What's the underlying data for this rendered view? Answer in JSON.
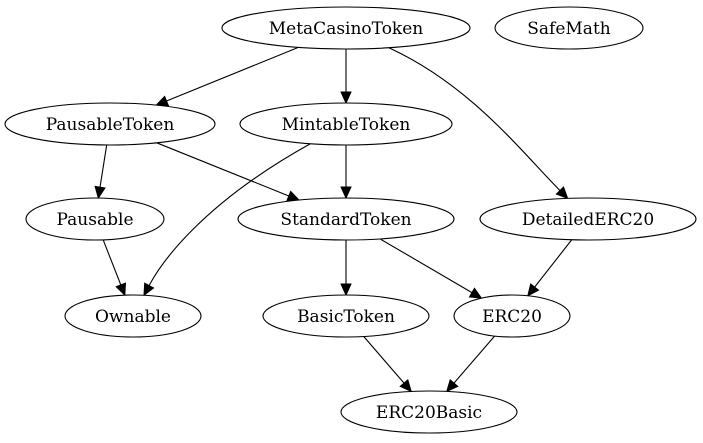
{
  "diagram": {
    "nodes": [
      {
        "id": "MetaCasinoToken",
        "label": "MetaCasinoToken"
      },
      {
        "id": "SafeMath",
        "label": "SafeMath"
      },
      {
        "id": "PausableToken",
        "label": "PausableToken"
      },
      {
        "id": "MintableToken",
        "label": "MintableToken"
      },
      {
        "id": "Pausable",
        "label": "Pausable"
      },
      {
        "id": "StandardToken",
        "label": "StandardToken"
      },
      {
        "id": "DetailedERC20",
        "label": "DetailedERC20"
      },
      {
        "id": "Ownable",
        "label": "Ownable"
      },
      {
        "id": "BasicToken",
        "label": "BasicToken"
      },
      {
        "id": "ERC20",
        "label": "ERC20"
      },
      {
        "id": "ERC20Basic",
        "label": "ERC20Basic"
      }
    ],
    "edges": [
      {
        "from": "MetaCasinoToken",
        "to": "PausableToken"
      },
      {
        "from": "MetaCasinoToken",
        "to": "MintableToken"
      },
      {
        "from": "MetaCasinoToken",
        "to": "DetailedERC20"
      },
      {
        "from": "PausableToken",
        "to": "Pausable"
      },
      {
        "from": "PausableToken",
        "to": "StandardToken"
      },
      {
        "from": "MintableToken",
        "to": "Ownable"
      },
      {
        "from": "MintableToken",
        "to": "StandardToken"
      },
      {
        "from": "Pausable",
        "to": "Ownable"
      },
      {
        "from": "StandardToken",
        "to": "BasicToken"
      },
      {
        "from": "StandardToken",
        "to": "ERC20"
      },
      {
        "from": "DetailedERC20",
        "to": "ERC20"
      },
      {
        "from": "BasicToken",
        "to": "ERC20Basic"
      },
      {
        "from": "ERC20",
        "to": "ERC20Basic"
      }
    ]
  }
}
